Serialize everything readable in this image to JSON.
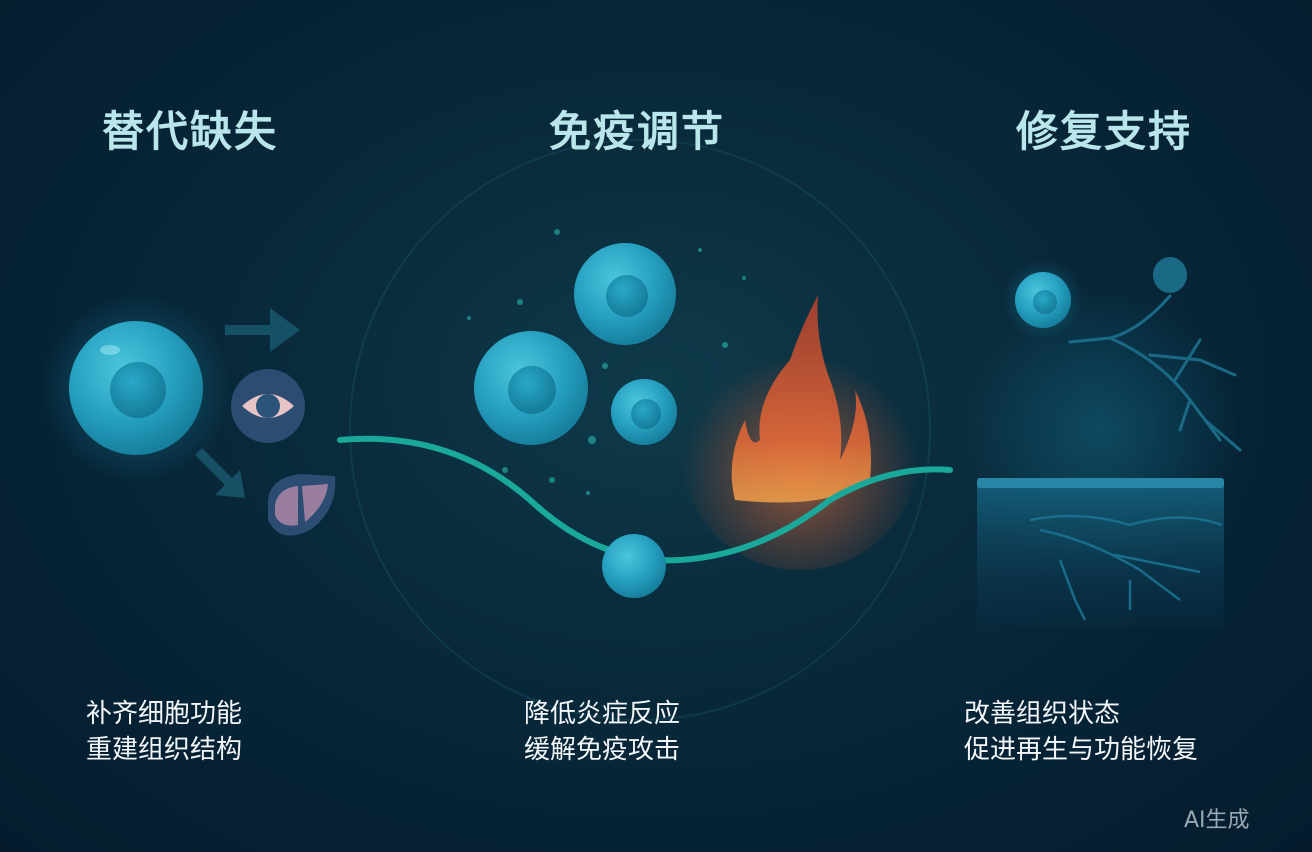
{
  "sections": [
    {
      "title": "替代缺失",
      "lines": [
        "补齐细胞功能",
        "重建组织结构"
      ],
      "icons": [
        "stem-cell-icon",
        "eye-icon",
        "liver-icon",
        "arrow-icon"
      ]
    },
    {
      "title": "免疫调节",
      "lines": [
        "降低炎症反应",
        "缓解免疫攻击"
      ],
      "icons": [
        "stem-cell-icon",
        "flame-icon",
        "wave-icon"
      ]
    },
    {
      "title": "修复支持",
      "lines": [
        "改善组织状态",
        "促进再生与功能恢复"
      ],
      "icons": [
        "stem-cell-icon",
        "neuron-icon",
        "tissue-block-icon"
      ]
    }
  ],
  "watermark": "AI生成",
  "colors": {
    "background": "#062235",
    "title": "#b8e6ea",
    "cell": "#2aa6c4",
    "wave": "#1aa89a",
    "flame": "#e0603a"
  }
}
